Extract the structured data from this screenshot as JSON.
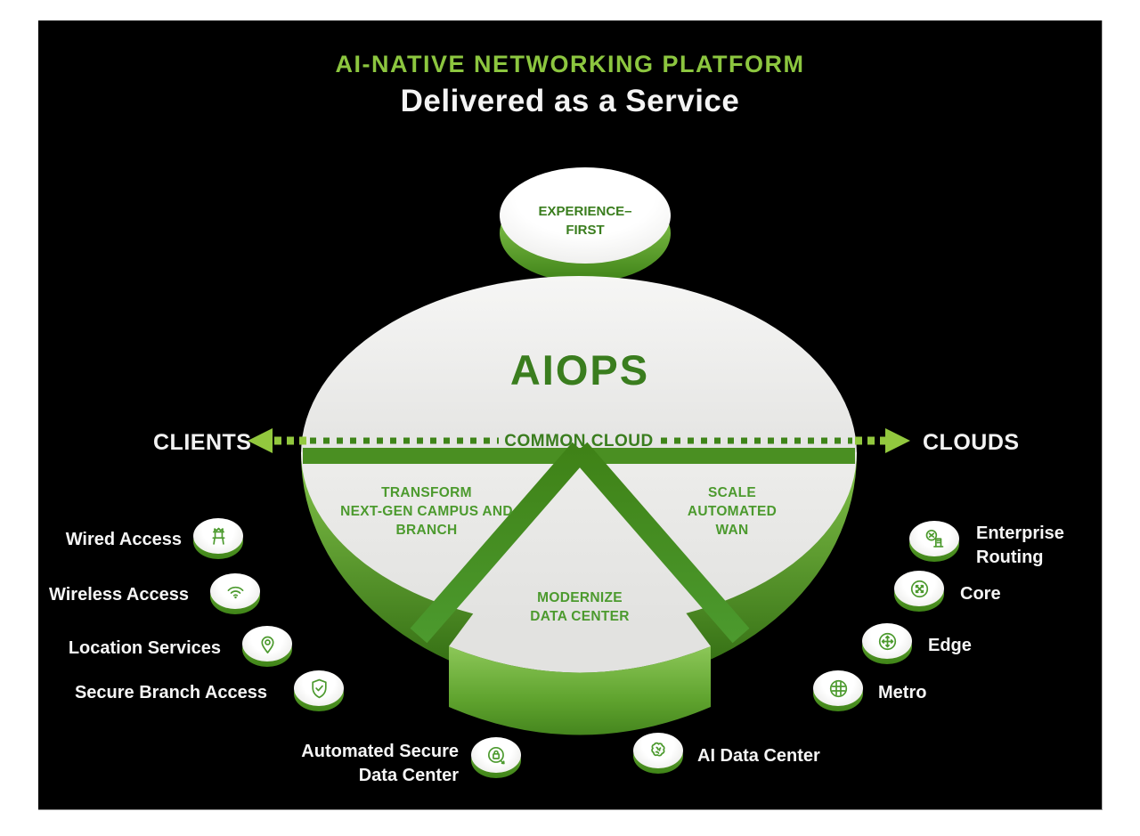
{
  "slide": {
    "title": "AI-NATIVE NETWORKING PLATFORM",
    "subtitle": "Delivered as a Service"
  },
  "platform": {
    "top_cylinder": {
      "lines": [
        "EXPERIENCE–",
        "FIRST"
      ]
    },
    "core_label": "AIOPS",
    "band_label": "COMMON CLOUD",
    "left_flow": "CLIENTS",
    "right_flow": "CLOUDS",
    "segments": [
      {
        "name": "campus-and-branch",
        "lines": [
          "TRANSFORM",
          "NEXT-GEN CAMPUS AND",
          "BRANCH"
        ]
      },
      {
        "name": "wan",
        "lines": [
          "SCALE",
          "AUTOMATED",
          "WAN"
        ]
      },
      {
        "name": "data-center",
        "lines": [
          "MODERNIZE",
          "DATA CENTER"
        ]
      }
    ]
  },
  "left_items": [
    {
      "label": "Wired Access",
      "icon": "network-switch-icon"
    },
    {
      "label": "Wireless Access",
      "icon": "wifi-icon"
    },
    {
      "label": "Location Services",
      "icon": "location-pin-icon"
    },
    {
      "label": "Secure Branch Access",
      "icon": "shield-check-icon"
    },
    {
      "lines": [
        "Automated Secure",
        "Data Center"
      ],
      "icon": "lock-automation-icon"
    }
  ],
  "right_items": [
    {
      "lines": [
        "Enterprise",
        "Routing"
      ],
      "icon": "router-building-icon"
    },
    {
      "label": "Core",
      "icon": "core-router-icon"
    },
    {
      "label": "Edge",
      "icon": "edge-router-icon"
    },
    {
      "label": "Metro",
      "icon": "metro-router-icon"
    },
    {
      "label": "AI Data Center",
      "icon": "brain-icon"
    }
  ],
  "colors": {
    "lime": "#8CC63F",
    "green_dark": "#3A7D1E",
    "green_mid": "#4C9A2E",
    "band_green": "#4A8F22",
    "surface_gray": "#EBEBE9",
    "slide_background": "#000000"
  }
}
